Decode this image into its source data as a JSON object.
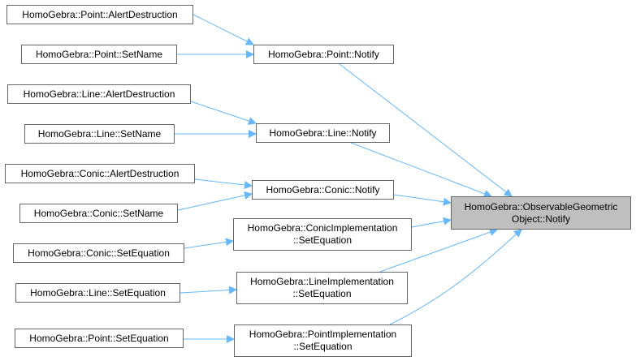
{
  "graph": {
    "edge_color": "#63b8ff",
    "target": {
      "line1": "HomoGebra::ObservableGeometric",
      "line2": "Object::Notify"
    },
    "nodes": {
      "point_alert": "HomoGebra::Point::AlertDestruction",
      "point_setname": "HomoGebra::Point::SetName",
      "point_notify": "HomoGebra::Point::Notify",
      "line_alert": "HomoGebra::Line::AlertDestruction",
      "line_setname": "HomoGebra::Line::SetName",
      "line_notify": "HomoGebra::Line::Notify",
      "conic_alert": "HomoGebra::Conic::AlertDestruction",
      "conic_setname": "HomoGebra::Conic::SetName",
      "conic_notify": "HomoGebra::Conic::Notify",
      "conic_seteq": "HomoGebra::Conic::SetEquation",
      "line_seteq": "HomoGebra::Line::SetEquation",
      "point_seteq": "HomoGebra::Point::SetEquation",
      "conic_impl": {
        "line1": "HomoGebra::ConicImplementation",
        "line2": "::SetEquation"
      },
      "line_impl": {
        "line1": "HomoGebra::LineImplementation",
        "line2": "::SetEquation"
      },
      "point_impl": {
        "line1": "HomoGebra::PointImplementation",
        "line2": "::SetEquation"
      }
    }
  }
}
